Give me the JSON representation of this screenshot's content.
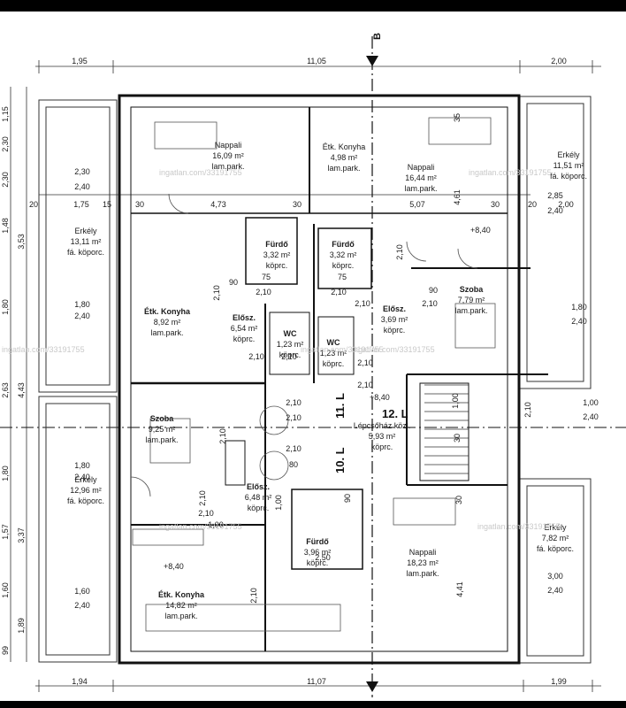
{
  "rooms": [
    {
      "id": "nappali-1",
      "name": "Nappali",
      "area": "16,09 m²",
      "floor": "lam.park."
    },
    {
      "id": "konyha-1",
      "name": "Étk. Konyha",
      "area": "4,98 m²",
      "floor": "lam.park."
    },
    {
      "id": "nappali-2",
      "name": "Nappali",
      "area": "16,44 m²",
      "floor": "lam.park."
    },
    {
      "id": "erkely-ne",
      "name": "Erkély",
      "area": "11,51 m²",
      "floor": "fá. köporc."
    },
    {
      "id": "erkely-nw",
      "name": "Erkély",
      "area": "13,11 m²",
      "floor": "fá. köporc."
    },
    {
      "id": "furdo-1",
      "name": "Fürdő",
      "area": "3,32 m²",
      "floor": "köprc."
    },
    {
      "id": "furdo-2",
      "name": "Fürdő",
      "area": "3,32 m²",
      "floor": "köprc."
    },
    {
      "id": "szoba-1",
      "name": "Szoba",
      "area": "7,79 m²",
      "floor": "lam.park."
    },
    {
      "id": "konyha-2",
      "name": "Étk. Konyha",
      "area": "8,92 m²",
      "floor": "lam.park."
    },
    {
      "id": "elosz-1",
      "name": "Elősz.",
      "area": "6,54 m²",
      "floor": "köprc."
    },
    {
      "id": "wc-1",
      "name": "WC",
      "area": "1,23 m²",
      "floor": "köprc."
    },
    {
      "id": "wc-2",
      "name": "WC",
      "area": "1,23 m²",
      "floor": "köprc."
    },
    {
      "id": "elosz-2",
      "name": "Elősz.",
      "area": "3,69 m²",
      "floor": "köprc."
    },
    {
      "id": "szoba-2",
      "name": "Szoba",
      "area": "9,25 m²",
      "floor": "lam.park."
    },
    {
      "id": "lepcsohaz",
      "name": "Lépcsőház közl.",
      "area": "5,93 m²",
      "floor": "köprc."
    },
    {
      "id": "erkely-sw",
      "name": "Erkély",
      "area": "12,96 m²",
      "floor": "fá. köporc."
    },
    {
      "id": "elosz-3",
      "name": "Elősz.",
      "area": "6,48 m²",
      "floor": "köprc."
    },
    {
      "id": "furdo-3",
      "name": "Fürdő",
      "area": "3,96 m²",
      "floor": "köprc."
    },
    {
      "id": "nappali-3",
      "name": "Nappali",
      "area": "18,23 m²",
      "floor": "lam.park."
    },
    {
      "id": "erkely-se",
      "name": "Erkély",
      "area": "7,82 m²",
      "floor": "fá. köporc."
    },
    {
      "id": "konyha-3",
      "name": "Étk. Konyha",
      "area": "14,82 m²",
      "floor": "lam.park."
    }
  ],
  "dimensions": {
    "top": [
      "1,95",
      "11,05",
      "2,00"
    ],
    "bottom": [
      "1,94",
      "11,07",
      "1,99"
    ],
    "left_outer": [
      "1,15",
      "2,30",
      "2,30",
      "1,48",
      "1,80",
      "2,63",
      "1,80",
      "1,57",
      "1,60",
      "99"
    ],
    "left_inner": [
      "3,53",
      "4,43",
      "3,37",
      "1,89"
    ],
    "row": [
      "20",
      "1,75",
      "15",
      "30",
      "4,73",
      "30",
      "5,07",
      "30",
      "20",
      "2,00"
    ],
    "misc": [
      "2,30",
      "2,40",
      "1,80",
      "2,40",
      "1,80",
      "2,40",
      "1,60",
      "2,40",
      "2,85",
      "2,40",
      "1,80",
      "2,40",
      "1,00",
      "2,40",
      "3,00",
      "2,40",
      "4,61",
      "4,41",
      "35",
      "30",
      "90",
      "90",
      "75",
      "75",
      "2,10",
      "2,10",
      "2,10",
      "2,10",
      "2,10",
      "2,10",
      "2,10",
      "2,10",
      "2,10",
      "2,10",
      "2,10",
      "2,10",
      "2,10",
      "2,10",
      "2,10",
      "1,00",
      "1,00",
      "2,10",
      "2,10",
      "80",
      "90",
      "2,50",
      "30",
      "1,00",
      "2,10"
    ]
  },
  "levels": [
    "+8,40",
    "+8,40",
    "+8,40"
  ],
  "section_mark": "B",
  "stairs": [
    {
      "label": "11. L"
    },
    {
      "label": "12. L"
    },
    {
      "label": "10. L"
    }
  ],
  "watermarks": [
    "ingatlan.com/33191755",
    "ingatlan.com/33191755",
    "ingatlan.com/33191755",
    "ingatlan.com/33191755",
    "ingatlan.com/33191755",
    "ingatlan.com/33191755",
    "ingatlan.com/33191755"
  ]
}
